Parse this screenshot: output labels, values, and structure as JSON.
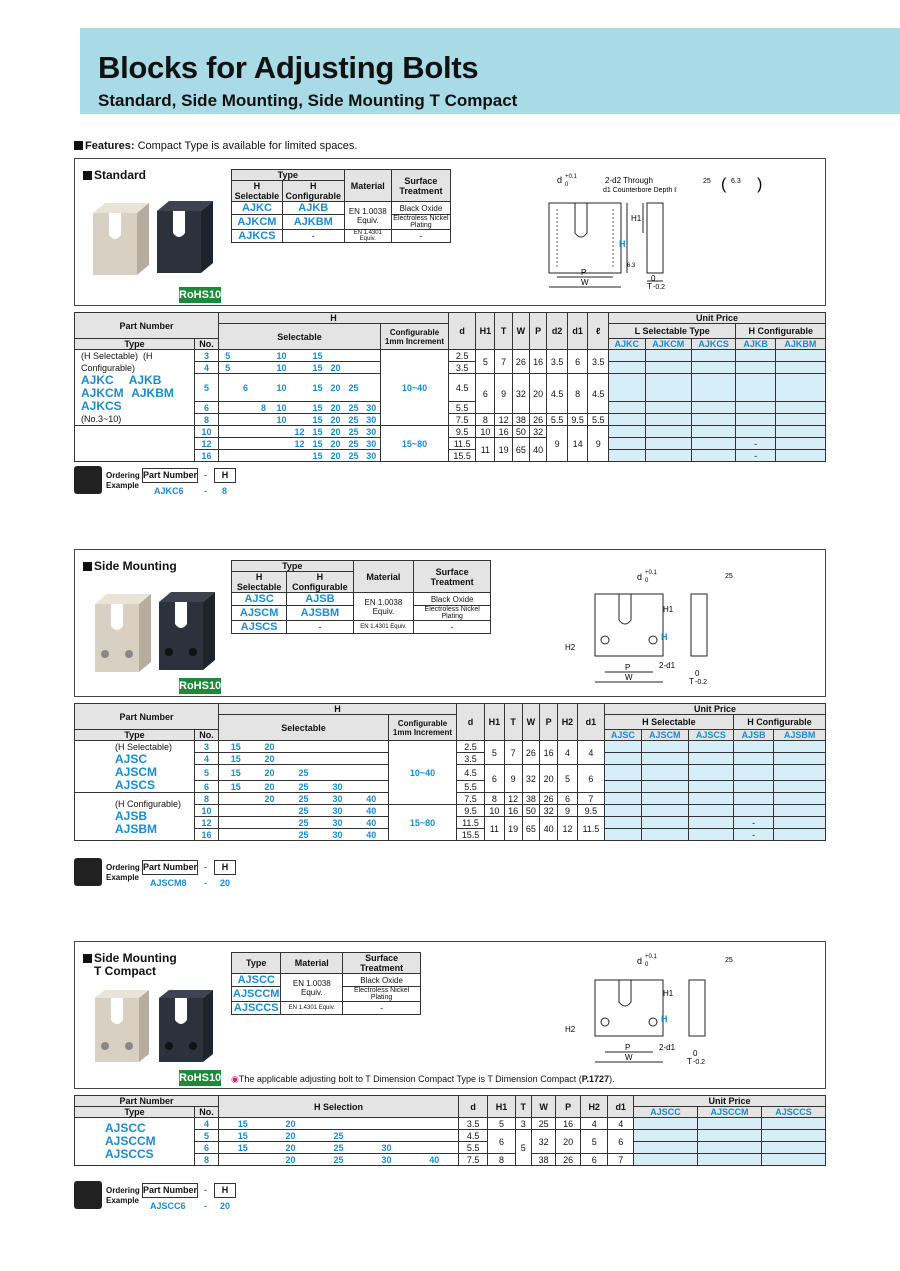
{
  "header": {
    "title": "Blocks for Adjusting Bolts",
    "subtitle": "Standard, Side Mounting, Side Mounting T Compact"
  },
  "features": {
    "label": "Features:",
    "text": " Compact Type is available for limited spaces."
  },
  "rohs": "RoHS10",
  "ordering": {
    "label1": "Ordering",
    "label2": "Example",
    "pn": "Part Number",
    "dash": "-",
    "h": "H"
  },
  "standard": {
    "title": "Standard",
    "type_table": {
      "type": "Type",
      "h_sel": "H Selectable",
      "h_conf": "H Configurable",
      "material": "Material",
      "surface": "Surface Treatment",
      "rows": [
        [
          "AJKC",
          "AJKB",
          "EN 1.0038 Equiv.",
          "Black Oxide"
        ],
        [
          "AJKCM",
          "AJKBM",
          "",
          "Electroless Nickel Plating"
        ],
        [
          "AJKCS",
          "-",
          "EN 1.4301 Equiv.",
          "-"
        ]
      ]
    },
    "table": {
      "part_number": "Part Number",
      "type": "Type",
      "no": "No.",
      "H": "H",
      "selectable": "Selectable",
      "configurable": "Configurable 1mm Increment",
      "cols": [
        "d",
        "H1",
        "T",
        "W",
        "P",
        "d2",
        "d1",
        "ℓ"
      ],
      "unit_price": "Unit Price",
      "l_sel": "L Selectable Type",
      "h_conf": "H Configurable",
      "price_cols": [
        "AJKC",
        "AJKCM",
        "AJKCS",
        "AJKB",
        "AJKBM"
      ],
      "types": {
        "hsel": "(H Selectable)",
        "hconf": "(H Configurable)",
        "a1": "AJKC",
        "a2": "AJKCM",
        "a3": "AJKCS",
        "b1": "AJKB",
        "b2": "AJKBM",
        "note": "(No.3~10)"
      },
      "rows": [
        {
          "no": "3",
          "sel": [
            "5",
            "",
            "",
            "10",
            "",
            "15",
            "",
            "",
            ""
          ],
          "d": "2.5"
        },
        {
          "no": "4",
          "sel": [
            "5",
            "",
            "",
            "10",
            "",
            "15",
            "20",
            "",
            ""
          ],
          "d": "3.5"
        },
        {
          "no": "5",
          "sel": [
            "",
            "6",
            "",
            "10",
            "",
            "15",
            "20",
            "25",
            ""
          ],
          "d": "4.5"
        },
        {
          "no": "6",
          "sel": [
            "",
            "",
            "8",
            "10",
            "",
            "15",
            "20",
            "25",
            "30"
          ],
          "d": "5.5"
        },
        {
          "no": "8",
          "sel": [
            "",
            "",
            "",
            "10",
            "",
            "15",
            "20",
            "25",
            "30"
          ],
          "d": "7.5"
        },
        {
          "no": "10",
          "sel": [
            "",
            "",
            "",
            "",
            "12",
            "15",
            "20",
            "25",
            "30"
          ],
          "d": "9.5"
        },
        {
          "no": "12",
          "sel": [
            "",
            "",
            "",
            "",
            "12",
            "15",
            "20",
            "25",
            "30"
          ],
          "d": "11.5"
        },
        {
          "no": "16",
          "sel": [
            "",
            "",
            "",
            "",
            "",
            "15",
            "20",
            "25",
            "30"
          ],
          "d": "15.5"
        }
      ],
      "conf1": "10~40",
      "conf2": "15~80",
      "g1": [
        "5",
        "7",
        "26",
        "16",
        "3.5",
        "6",
        "3.5"
      ],
      "g2": [
        "6",
        "9",
        "32",
        "20",
        "4.5",
        "8",
        "4.5"
      ],
      "g3": [
        "8",
        "12",
        "38",
        "26",
        "5.5",
        "9.5",
        "5.5"
      ],
      "g4a": [
        "10",
        "16",
        "50",
        "32"
      ],
      "g4b": [
        "11",
        "19",
        "65",
        "40"
      ],
      "g4c": [
        "9",
        "14",
        "9"
      ],
      "dash": "-"
    },
    "order": {
      "pn": "AJKC6",
      "h": "8"
    },
    "dims": {
      "d": "d",
      "tol": "+0.1",
      "zero": "0",
      "through": "2-d2 Through",
      "cb": "d1 Counterbore Depth ℓ",
      "H1": "H1",
      "H": "H",
      "P": "P",
      "W": "W",
      "T": "T",
      "Ttol": "-0.2",
      "r1": "25",
      "r2": "6.3",
      "r3": "6.3"
    }
  },
  "side": {
    "title": "Side Mounting",
    "type_table": {
      "rows": [
        [
          "AJSC",
          "AJSB",
          "EN 1.0038 Equiv.",
          "Black Oxide"
        ],
        [
          "AJSCM",
          "AJSBM",
          "",
          "Electroless Nickel Plating"
        ],
        [
          "AJSCS",
          "-",
          "EN 1.4301 Equiv.",
          "-"
        ]
      ]
    },
    "table": {
      "cols": [
        "d",
        "H1",
        "T",
        "W",
        "P",
        "H2",
        "d1"
      ],
      "h_sel": "H Selectable",
      "h_conf": "H Configurable",
      "price_cols": [
        "AJSC",
        "AJSCM",
        "AJSCS",
        "AJSB",
        "AJSBM"
      ],
      "types": {
        "hsel": "(H Selectable)",
        "hconf": "(H Configurable)",
        "a1": "AJSC",
        "a2": "AJSCM",
        "a3": "AJSCS",
        "b1": "AJSB",
        "b2": "AJSBM"
      },
      "rows": [
        {
          "no": "3",
          "sel": [
            "15",
            "20",
            "",
            "",
            ""
          ],
          "d": "2.5"
        },
        {
          "no": "4",
          "sel": [
            "15",
            "20",
            "",
            "",
            ""
          ],
          "d": "3.5"
        },
        {
          "no": "5",
          "sel": [
            "15",
            "20",
            "25",
            "",
            ""
          ],
          "d": "4.5"
        },
        {
          "no": "6",
          "sel": [
            "15",
            "20",
            "25",
            "30",
            ""
          ],
          "d": "5.5"
        },
        {
          "no": "8",
          "sel": [
            "",
            "20",
            "25",
            "30",
            "40"
          ],
          "d": "7.5"
        },
        {
          "no": "10",
          "sel": [
            "",
            "",
            "25",
            "30",
            "40"
          ],
          "d": "9.5"
        },
        {
          "no": "12",
          "sel": [
            "",
            "",
            "25",
            "30",
            "40"
          ],
          "d": "11.5"
        },
        {
          "no": "16",
          "sel": [
            "",
            "",
            "25",
            "30",
            "40"
          ],
          "d": "15.5"
        }
      ],
      "g1": [
        "5",
        "7",
        "26",
        "16",
        "4",
        "4"
      ],
      "g2": [
        "6",
        "9",
        "32",
        "20",
        "5",
        "6"
      ],
      "g3": [
        "8",
        "12",
        "38",
        "26",
        "6",
        "7"
      ],
      "g4a": [
        "10",
        "16",
        "50",
        "32",
        "9",
        "9.5"
      ],
      "g4b": [
        "11",
        "19",
        "65",
        "40",
        "12",
        "11.5"
      ]
    },
    "order": {
      "pn": "AJSCM8",
      "h": "20"
    },
    "dims": {
      "H2": "H2",
      "d1": "2-d1"
    }
  },
  "tc": {
    "title1": "Side Mounting",
    "title2": "T Compact",
    "type_table": {
      "rows": [
        [
          "AJSCC",
          "EN 1.0038 Equiv.",
          "Black Oxide"
        ],
        [
          "AJSCCM",
          "",
          "Electroless Nickel Plating"
        ],
        [
          "AJSCCS",
          "EN 1.4301 Equiv.",
          "-"
        ]
      ]
    },
    "note": "The applicable adjusting bolt to T Dimension Compact Type is T Dimension Compact (",
    "note_ref": "P.1727",
    "note_end": ").",
    "table": {
      "h_selection": "H Selection",
      "price_cols": [
        "AJSCC",
        "AJSCCM",
        "AJSCCS"
      ],
      "types": {
        "a1": "AJSCC",
        "a2": "AJSCCM",
        "a3": "AJSCCS"
      },
      "rows": [
        {
          "no": "4",
          "sel": [
            "15",
            "20",
            "",
            "",
            ""
          ],
          "d": "3.5"
        },
        {
          "no": "5",
          "sel": [
            "15",
            "20",
            "25",
            "",
            ""
          ],
          "d": "4.5"
        },
        {
          "no": "6",
          "sel": [
            "15",
            "20",
            "25",
            "30",
            ""
          ],
          "d": "5.5"
        },
        {
          "no": "8",
          "sel": [
            "",
            "20",
            "25",
            "30",
            "40"
          ],
          "d": "7.5"
        }
      ],
      "r0": [
        "5",
        "3",
        "25",
        "16",
        "4",
        "4"
      ],
      "g12": [
        "6",
        "32",
        "20",
        "5",
        "6"
      ],
      "T": "5",
      "r3": [
        "8",
        "38",
        "26",
        "6",
        "7"
      ]
    },
    "order": {
      "pn": "AJSCC6",
      "h": "20"
    }
  }
}
